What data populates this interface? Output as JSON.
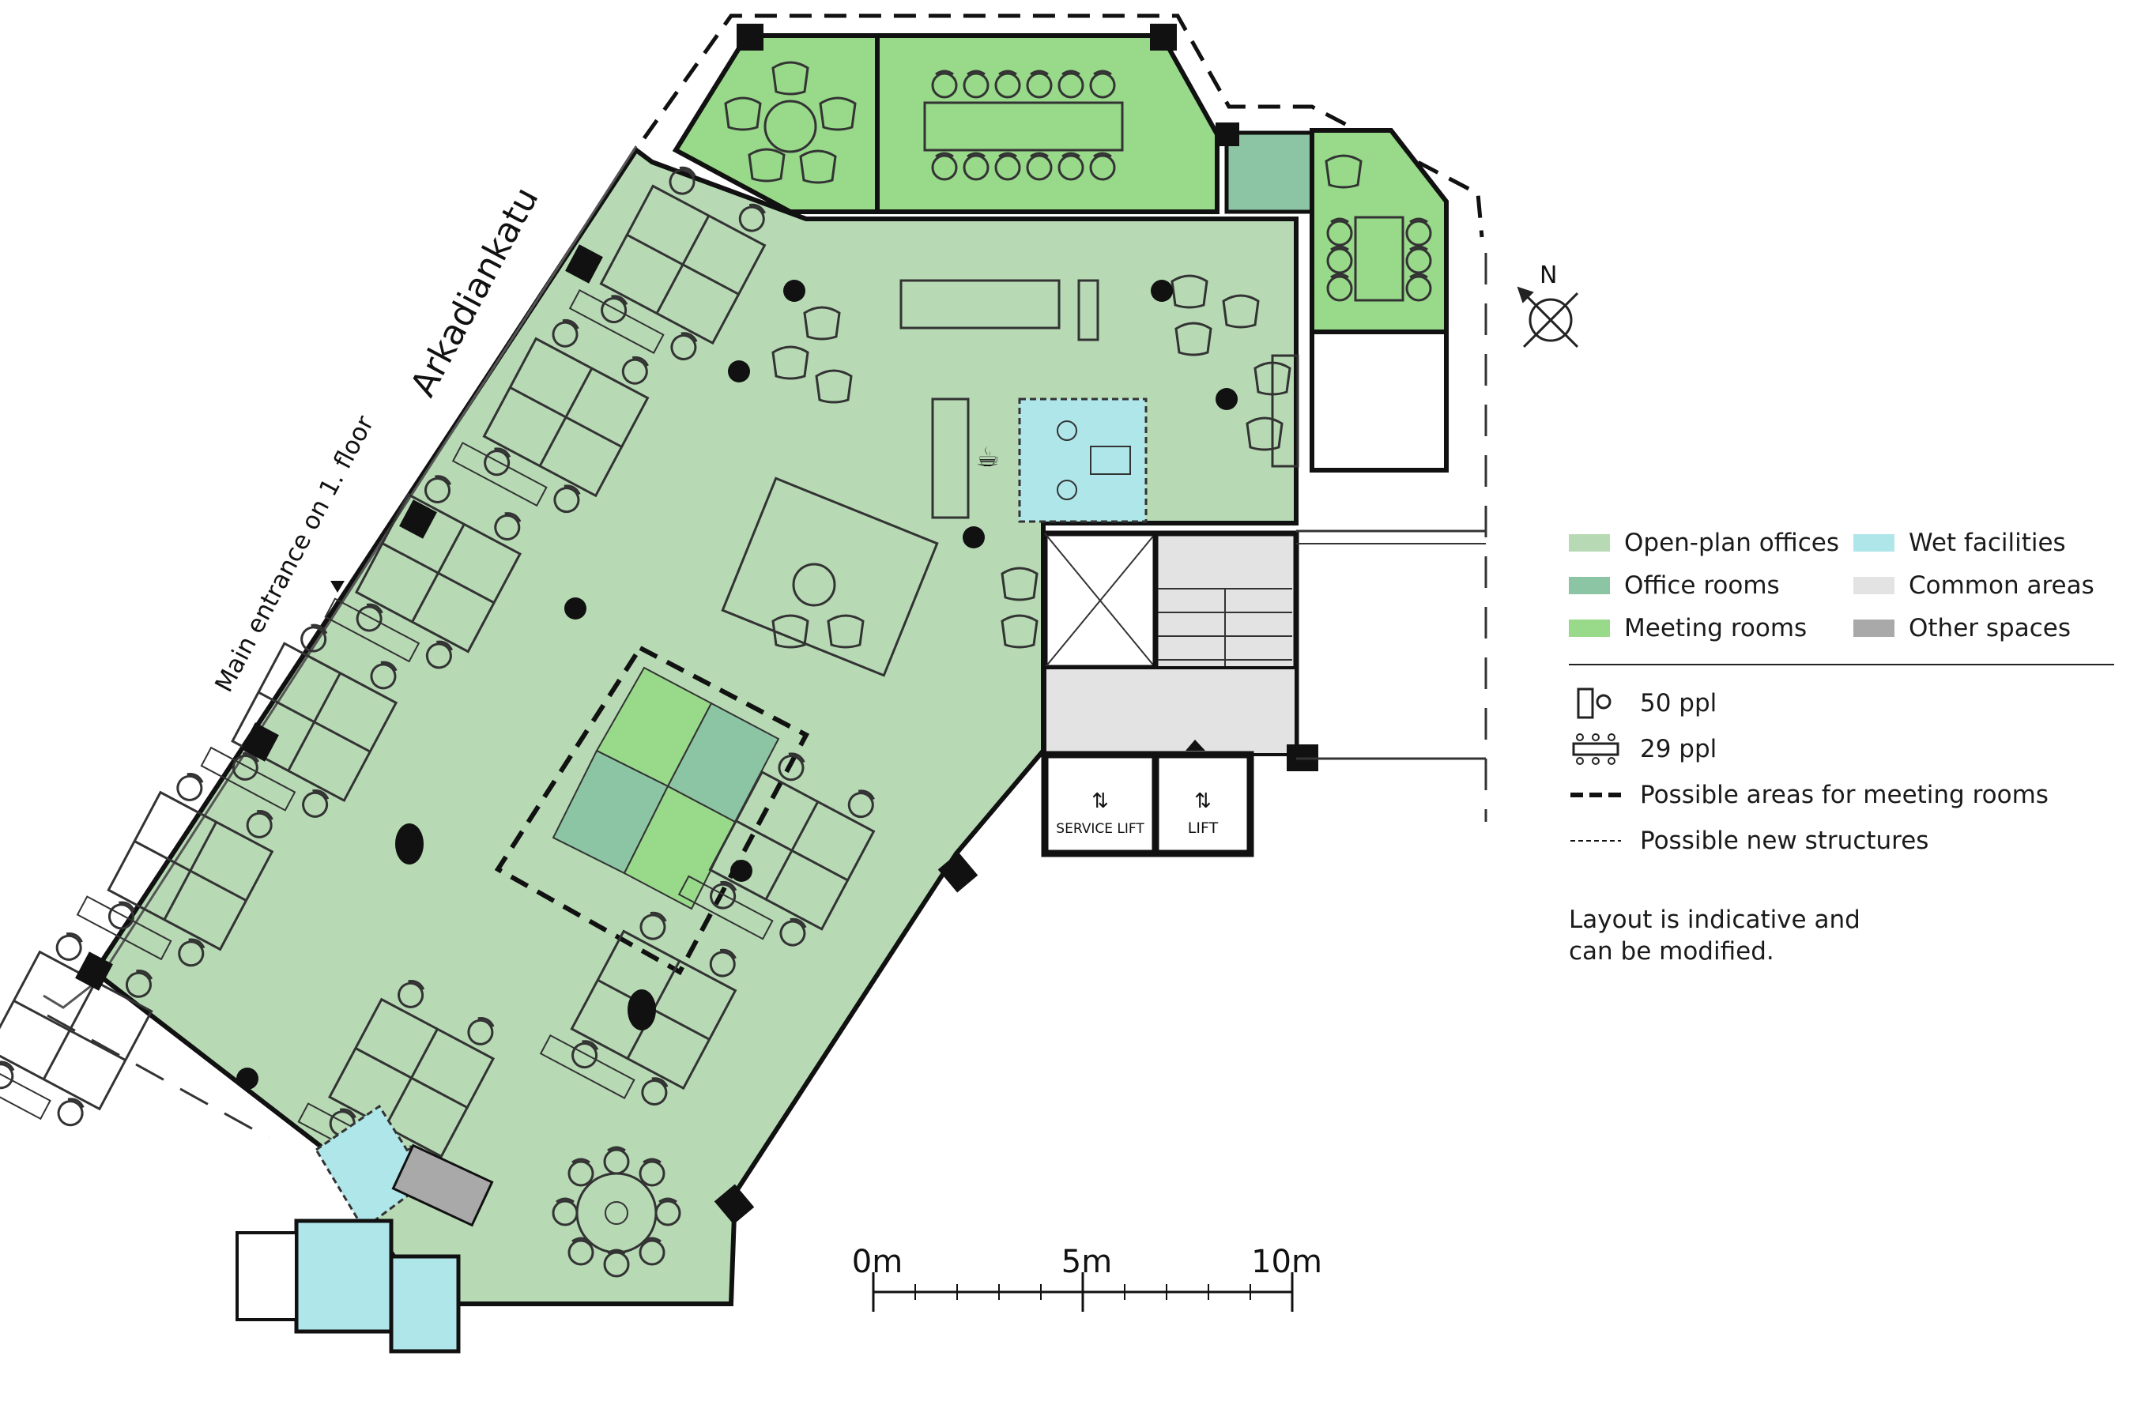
{
  "plan": {
    "street_label": "Arkadiankatu",
    "entrance_label": "Main entrance on 1. floor",
    "service_lift_label": "SERVICE LIFT",
    "lift_label": "LIFT",
    "north_label": "N"
  },
  "scale_bar": {
    "ticks": [
      "0m",
      "5m",
      "10m"
    ]
  },
  "legend": {
    "zones": [
      {
        "label": "Open-plan offices",
        "color": "#b7dab5"
      },
      {
        "label": "Wet facilities",
        "color": "#aee6ea"
      },
      {
        "label": "Office rooms",
        "color": "#8cc5a4"
      },
      {
        "label": "Common areas",
        "color": "#e3e3e3"
      },
      {
        "label": "Meeting rooms",
        "color": "#98d98a"
      },
      {
        "label": "Other spaces",
        "color": "#a9a9a9"
      }
    ],
    "capacity": [
      {
        "label": "50 ppl",
        "icon": "desk-person-icon"
      },
      {
        "label": "29 ppl",
        "icon": "meeting-table-icon"
      }
    ],
    "lines": [
      {
        "label": "Possible areas for meeting rooms",
        "style": "dashed-thick"
      },
      {
        "label": "Possible new structures",
        "style": "dashed-thin"
      }
    ],
    "note": "Layout is indicative and can be modified."
  },
  "colors": {
    "open_plan": "#b7dab5",
    "office_rooms": "#8cc5a4",
    "meeting_rooms": "#98d98a",
    "wet": "#aee6ea",
    "common": "#e3e3e3",
    "other": "#a9a9a9",
    "wall": "#111111"
  }
}
